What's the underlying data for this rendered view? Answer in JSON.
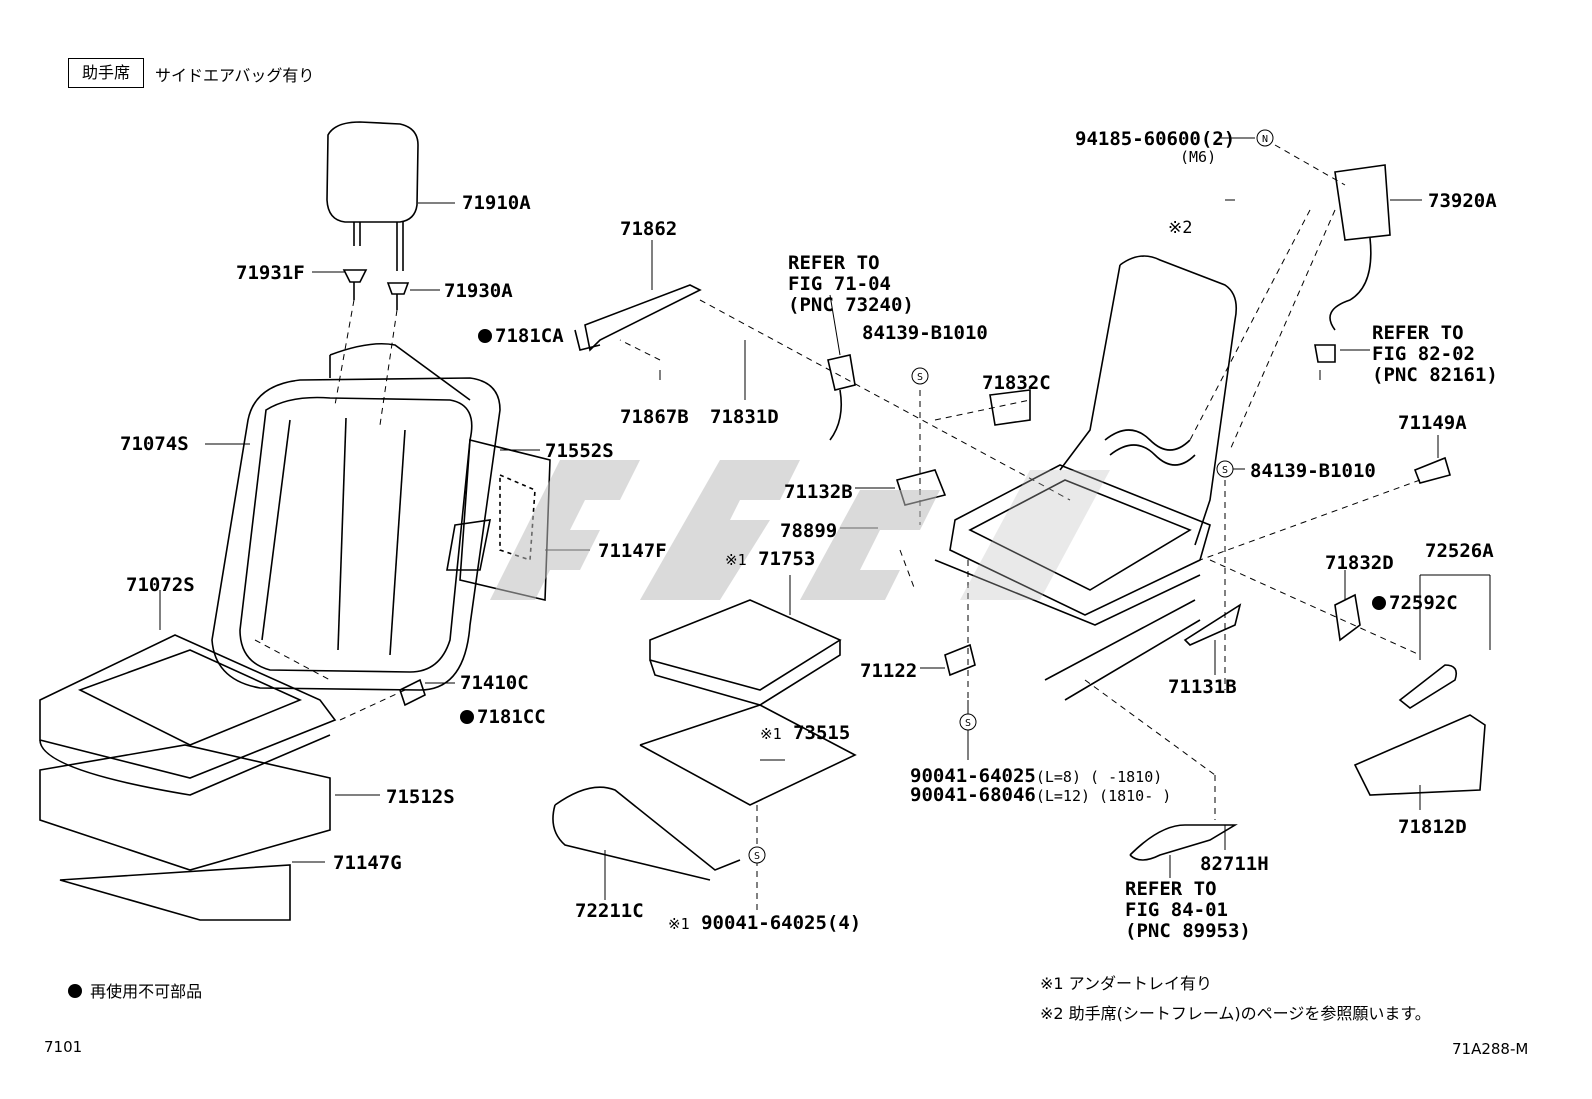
{
  "header": {
    "seat_label": "助手席",
    "condition": "サイドエアバッグ有り"
  },
  "parts": {
    "p71910A": "71910A",
    "p71931F": "71931F",
    "p71930A": "71930A",
    "p7181CA": "7181CA",
    "p71862": "71862",
    "p71867B": "71867B",
    "p71831D": "71831D",
    "p71074S": "71074S",
    "p71552S": "71552S",
    "p71147F": "71147F",
    "p71072S": "71072S",
    "p71753": "71753",
    "p71410C": "71410C",
    "p7181CC": "7181CC",
    "p71512S": "71512S",
    "p71147G": "71147G",
    "p73515": "73515",
    "p72211C": "72211C",
    "p90041_4": "90041-64025(4)",
    "p84139_1": "84139-B1010",
    "p71832C": "71832C",
    "p71132B": "71132B",
    "p78899": "78899",
    "p71122": "71122",
    "p90041_L8": "90041-64025",
    "p90041_L8_note": "(L=8) (     -1810)",
    "p90041_L12": "90041-68046",
    "p90041_L12_note": "(L=12) (1810-     )",
    "p94185": "94185-60600(2)",
    "p94185_note": "(M6)",
    "p73920A": "73920A",
    "p84139_2": "84139-B1010",
    "p71149A": "71149A",
    "p71832D": "71832D",
    "p72526A": "72526A",
    "p72592C": "72592C",
    "p71131B": "71131B",
    "p71812D": "71812D",
    "p82711H": "82711H"
  },
  "refs": {
    "ref1_l1": "REFER TO",
    "ref1_l2": "FIG 71-04",
    "ref1_l3": "(PNC 73240)",
    "ref2_l1": "REFER TO",
    "ref2_l2": "FIG 82-02",
    "ref2_l3": "(PNC 82161)",
    "ref3_l1": "REFER TO",
    "ref3_l2": "FIG 84-01",
    "ref3_l3": "(PNC 89953)"
  },
  "marks": {
    "note1": "※1",
    "note2": "※2",
    "circle_s": "S",
    "circle_n": "N"
  },
  "footnotes": {
    "legend_dot": "再使用不可部品",
    "note1_text": "※1 アンダートレイ有り",
    "note2_text": "※2 助手席(シートフレーム)のページを参照願います。"
  },
  "footer": {
    "page_code": "7101",
    "drawing_id": "71A288-M"
  }
}
